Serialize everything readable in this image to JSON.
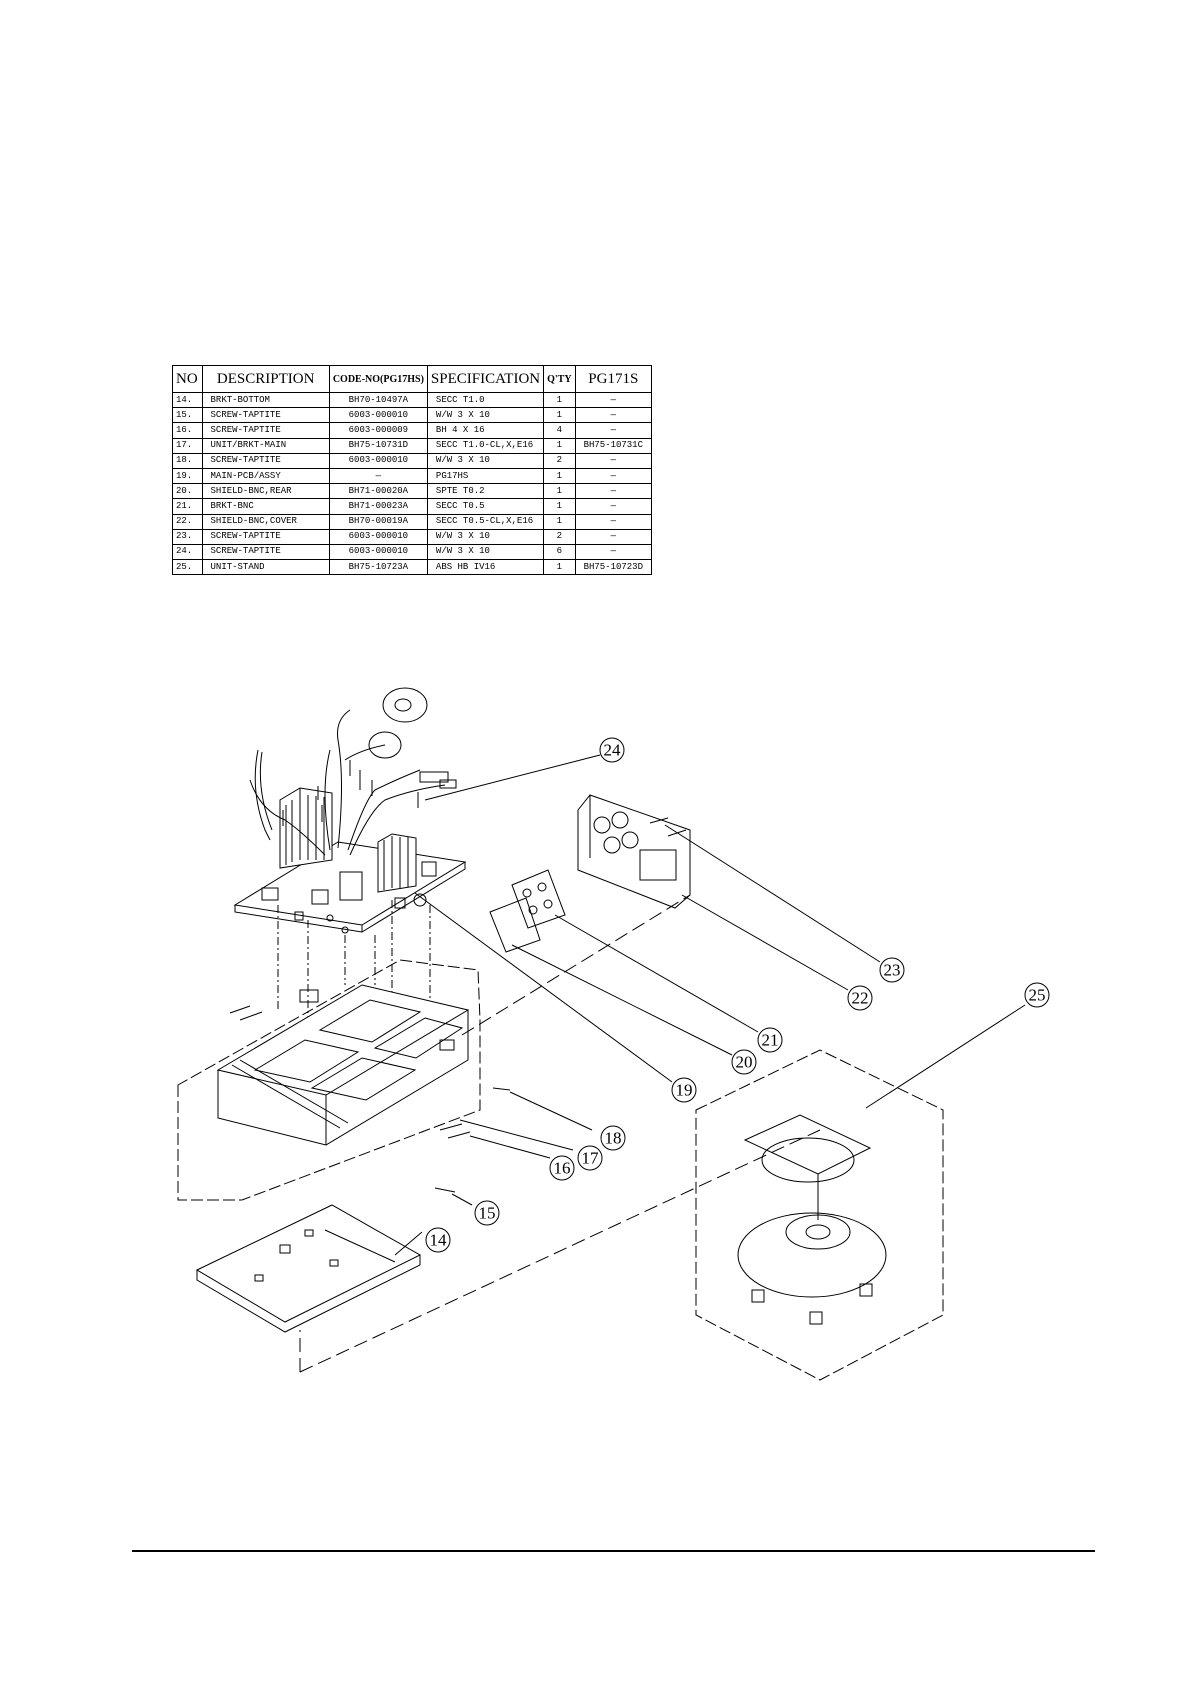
{
  "table": {
    "headers": [
      "NO",
      "DESCRIPTION",
      "CODE-NO(PG17HS)",
      "SPECIFICATION",
      "Q'TY",
      "PG171S"
    ],
    "rows": [
      {
        "no": "14.",
        "description": "BRKT-BOTTOM",
        "code": "BH70-10497A",
        "spec": "SECC T1.0",
        "qty": "1",
        "pg171s": "—"
      },
      {
        "no": "15.",
        "description": "SCREW-TAPTITE",
        "code": "6003-000010",
        "spec": "W/W 3 X 10",
        "qty": "1",
        "pg171s": "—"
      },
      {
        "no": "16.",
        "description": "SCREW-TAPTITE",
        "code": "6003-000009",
        "spec": "BH 4 X 16",
        "qty": "4",
        "pg171s": "—"
      },
      {
        "no": "17.",
        "description": "UNIT/BRKT-MAIN",
        "code": "BH75-10731D",
        "spec": "SECC T1.0-CL,X,E16",
        "qty": "1",
        "pg171s": "BH75-10731C"
      },
      {
        "no": "18.",
        "description": "SCREW-TAPTITE",
        "code": "6003-000010",
        "spec": "W/W 3 X 10",
        "qty": "2",
        "pg171s": "—"
      },
      {
        "no": "19.",
        "description": "MAIN-PCB/ASSY",
        "code": "—",
        "spec": "PG17HS",
        "qty": "1",
        "pg171s": "—"
      },
      {
        "no": "20.",
        "description": "SHIELD-BNC,REAR",
        "code": "BH71-00020A",
        "spec": "SPTE T0.2",
        "qty": "1",
        "pg171s": "—"
      },
      {
        "no": "21.",
        "description": "BRKT-BNC",
        "code": "BH71-00023A",
        "spec": "SECC T0.5",
        "qty": "1",
        "pg171s": "—"
      },
      {
        "no": "22.",
        "description": "SHIELD-BNC,COVER",
        "code": "BH70-00019A",
        "spec": "SECC T0.5-CL,X,E16",
        "qty": "1",
        "pg171s": "—"
      },
      {
        "no": "23.",
        "description": "SCREW-TAPTITE",
        "code": "6003-000010",
        "spec": "W/W 3 X 10",
        "qty": "2",
        "pg171s": "—"
      },
      {
        "no": "24.",
        "description": "SCREW-TAPTITE",
        "code": "6003-000010",
        "spec": "W/W 3 X 10",
        "qty": "6",
        "pg171s": "—"
      },
      {
        "no": "25.",
        "description": "UNIT-STAND",
        "code": "BH75-10723A",
        "spec": "ABS HB IV16",
        "qty": "1",
        "pg171s": "BH75-10723D"
      }
    ]
  },
  "callouts": [
    "24",
    "23",
    "22",
    "25",
    "21",
    "20",
    "19",
    "18",
    "17",
    "16",
    "15",
    "14"
  ]
}
